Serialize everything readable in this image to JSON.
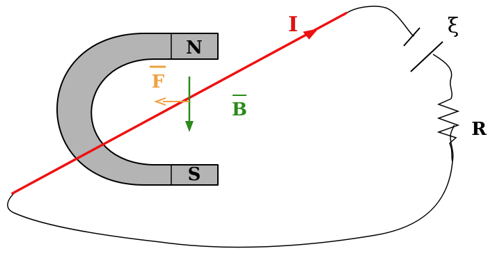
{
  "labels": {
    "magnet_north": "N",
    "magnet_south": "S",
    "current": "I",
    "force": "F",
    "field": "B",
    "emf": "ξ",
    "resistor": "R"
  },
  "colors": {
    "current_wire": "#ee1111",
    "current_label": "#dd1111",
    "force": "#f0a040",
    "field": "#2a8a1a",
    "magnet_fill": "#b4b4b4",
    "outline": "#000000"
  }
}
